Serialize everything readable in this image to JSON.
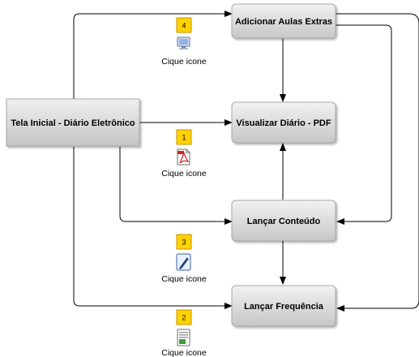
{
  "nodes": {
    "tela_inicial": "Tela Inicial - Diário Eletrônico",
    "adicionar": "Adicionar Aulas Extras",
    "visualizar": "Visualizar Diário - PDF",
    "lancar_conteudo": "Lançar Conteúdo",
    "lancar_frequencia": "Lançar Frequência"
  },
  "steps": [
    {
      "number": "1",
      "caption": "Cique icone",
      "icon": "pdf-file-icon"
    },
    {
      "number": "2",
      "caption": "Cique icone",
      "icon": "document-list-icon"
    },
    {
      "number": "3",
      "caption": "Cique icone",
      "icon": "edit-pen-icon"
    },
    {
      "number": "4",
      "caption": "Cique icone",
      "icon": "computer-monitor-icon"
    }
  ],
  "colors": {
    "node_gradient_top": "#f2f2f2",
    "node_gradient_bottom": "#c6c6c6",
    "badge_fill": "#ffd200",
    "badge_stroke": "#c89400"
  }
}
